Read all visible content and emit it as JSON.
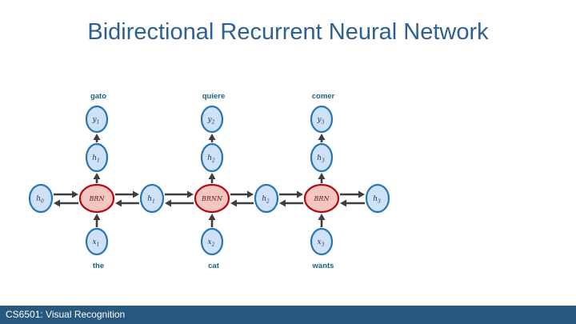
{
  "title": "Bidirectional Recurrent Neural Network",
  "footer": {
    "text": "CS6501: Visual Recognition"
  },
  "colors": {
    "title_text": "#2d6191",
    "word_text": "#1d6385",
    "blue_node_fill": "#cfe1f6",
    "blue_node_stroke": "#2676b3",
    "red_node_fill": "#f5c6c1",
    "red_node_stroke": "#b20a10",
    "node_label": "#16365c",
    "red_node_label": "#5f1a1a",
    "arrow": "#3e3e3e",
    "footer_bar": "#26597d",
    "footer_text": "#ffffff"
  },
  "diagram": {
    "middle_row": [
      {
        "id": "h0",
        "type": "blue",
        "label": "h",
        "sub": "0"
      },
      {
        "id": "brnn1",
        "type": "red",
        "label": "BRN",
        "sub": ""
      },
      {
        "id": "h1",
        "type": "blue",
        "label": "h",
        "sub": "1"
      },
      {
        "id": "brnn2",
        "type": "red",
        "label": "BRNN",
        "sub": ""
      },
      {
        "id": "h2",
        "type": "blue",
        "label": "h",
        "sub": "2"
      },
      {
        "id": "brnn3",
        "type": "red",
        "label": "BRN",
        "sub": ""
      },
      {
        "id": "h3",
        "type": "blue",
        "label": "h",
        "sub": "3"
      }
    ],
    "columns": [
      {
        "top_word": "gato",
        "bottom_word": "the",
        "y_label": "y",
        "y_sub": "1",
        "h_label": "h",
        "h_sub": "1",
        "x_label": "x",
        "x_sub": "1"
      },
      {
        "top_word": "quiere",
        "bottom_word": "cat",
        "y_label": "y",
        "y_sub": "2",
        "h_label": "h",
        "h_sub": "2",
        "x_label": "x",
        "x_sub": "2"
      },
      {
        "top_word": "comer",
        "bottom_word": "wants",
        "y_label": "y",
        "y_sub": "3",
        "h_label": "h",
        "h_sub": "3",
        "x_label": "x",
        "x_sub": "3"
      }
    ]
  }
}
